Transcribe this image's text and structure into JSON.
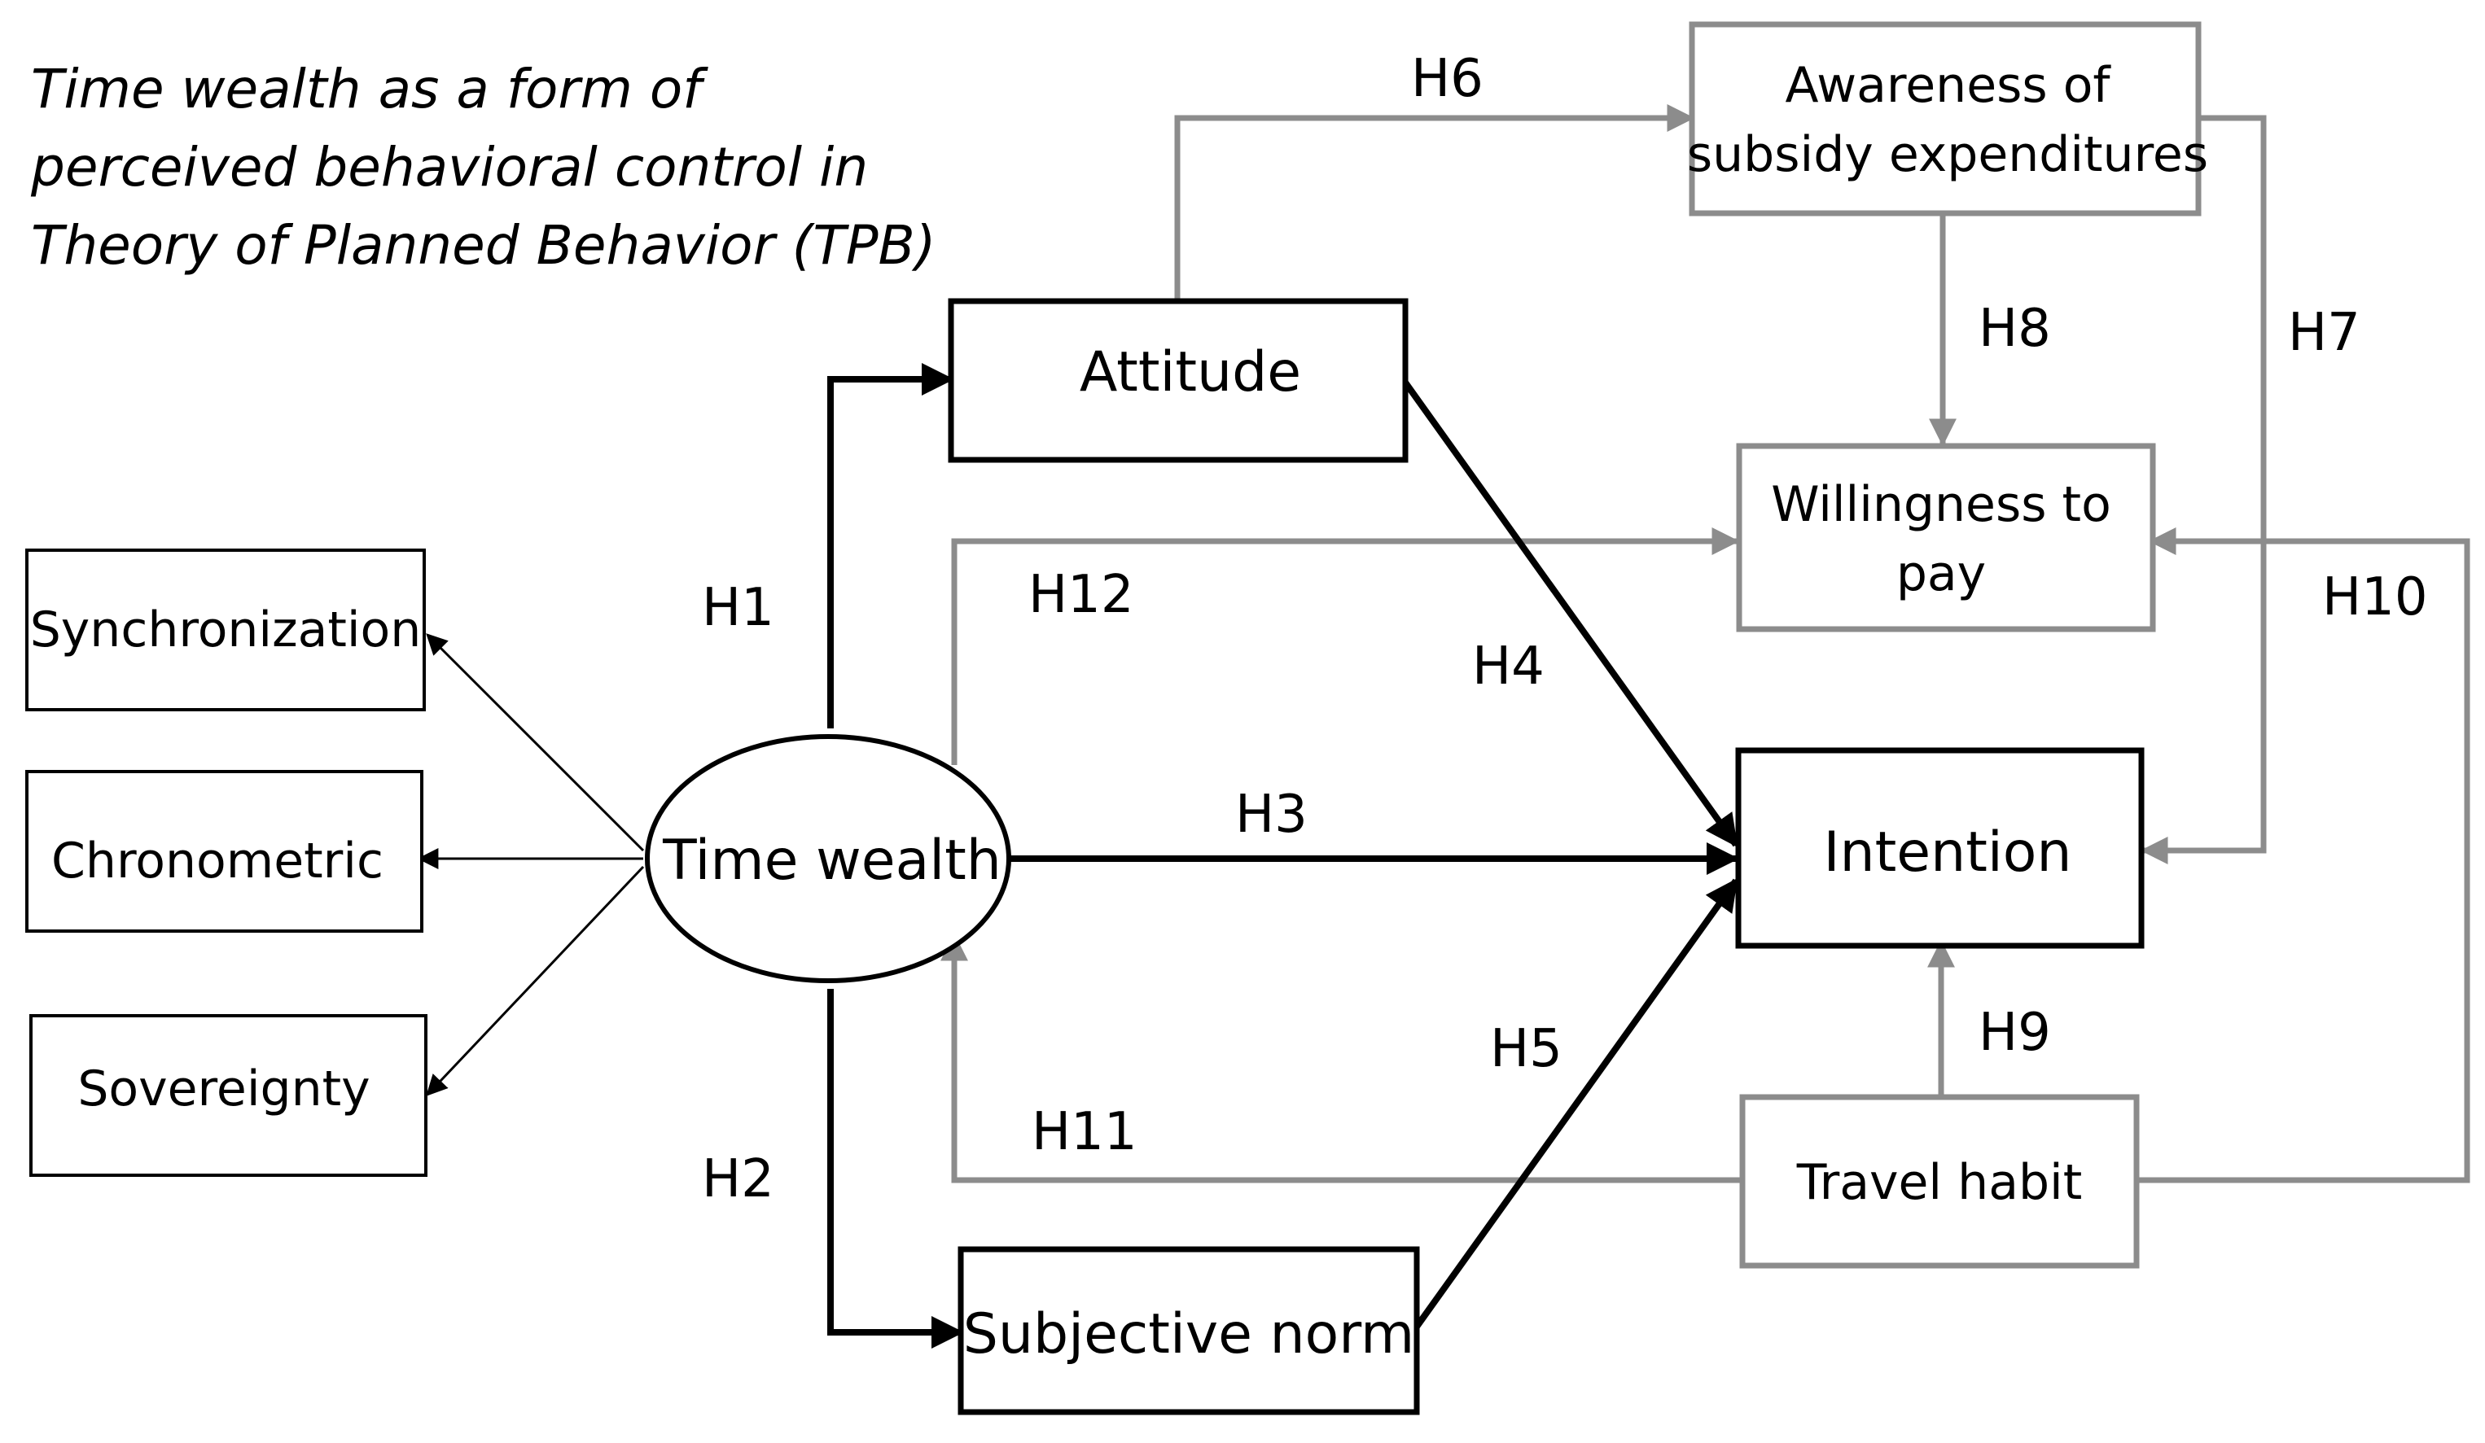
{
  "caption": {
    "lines": [
      "Time wealth as a form of",
      "perceived behavioral control in",
      "Theory of Planned Behavior (TPB)"
    ]
  },
  "nodes": {
    "time_wealth": "Time wealth",
    "synchronization": "Synchronization",
    "chronometric": "Chronometric",
    "sovereignty": "Sovereignty",
    "attitude": "Attitude",
    "subjective_norm": "Subjective norm",
    "awareness_line1": "Awareness of",
    "awareness_line2": "subsidy expenditures",
    "willingness_line1": "Willingness to",
    "willingness_line2": "pay",
    "intention": "Intention",
    "travel_habit": "Travel habit"
  },
  "hypotheses": {
    "h1": "H1",
    "h2": "H2",
    "h3": "H3",
    "h4": "H4",
    "h5": "H5",
    "h6": "H6",
    "h7": "H7",
    "h8": "H8",
    "h9": "H9",
    "h10": "H10",
    "h11": "H11",
    "h12": "H12"
  },
  "colors": {
    "primary_path": "#000000",
    "moderating_path": "#8c8c8c",
    "background": "#ffffff"
  }
}
